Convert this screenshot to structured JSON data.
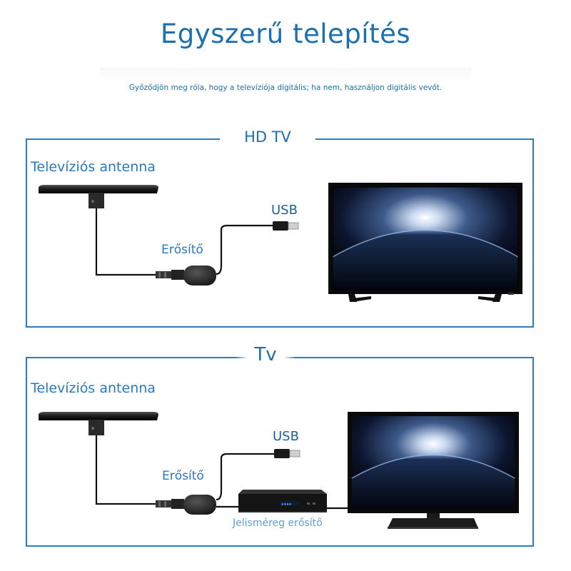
{
  "header": {
    "title": "Egyszerű telepítés",
    "subtitle": "Győződjön meg róla, hogy a televíziója digitális; ha nem, használjon digitális vevőt."
  },
  "panel_hd": {
    "title": "HD TV",
    "antenna_label": "Televíziós antenna",
    "usb_label": "USB",
    "amplifier_label": "Erősítő"
  },
  "panel_tv": {
    "title": "Tv",
    "antenna_label": "Televíziós antenna",
    "usb_label": "USB",
    "amplifier_label": "Erősítő",
    "receiver_label": "Jelisméreg erősítő"
  },
  "colors": {
    "accent": "#1d6fb0",
    "frame": "#2c7cc0",
    "device": "#1a1a1a"
  }
}
